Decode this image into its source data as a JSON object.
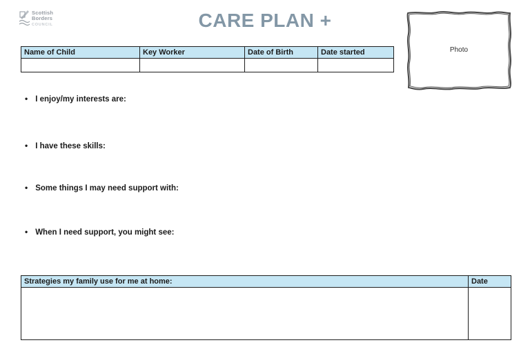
{
  "page": {
    "title": "CARE PLAN +"
  },
  "logo": {
    "line1": "Scottish",
    "line2": "Borders",
    "line3": "COUNCIL"
  },
  "photo_box": {
    "label": "Photo"
  },
  "child_table": {
    "headers": [
      "Name of Child",
      "Key Worker",
      "Date of Birth",
      "Date started"
    ],
    "row": [
      "",
      "",
      "",
      ""
    ]
  },
  "bullets": [
    {
      "label": "I enjoy/my interests are:"
    },
    {
      "label": "I have these skills:"
    },
    {
      "label": "Some things I may need support with:"
    },
    {
      "label": "When I need support, you might see:"
    }
  ],
  "strategies_table": {
    "header": "Strategies my family use for me at home:",
    "date_header": "Date",
    "row": [
      "",
      ""
    ]
  },
  "colors": {
    "header_fill": "#c5e6f4",
    "title": "#8397a6",
    "table_border": "#1d1d1d"
  }
}
